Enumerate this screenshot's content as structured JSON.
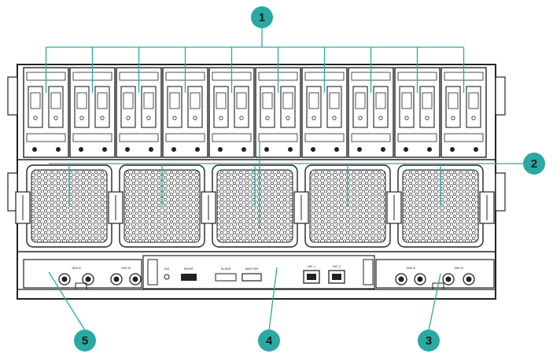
{
  "figure": {
    "background": "#ffffff",
    "line_color": "#222222",
    "callout_color": "#2aa9a3",
    "callout_text_color": "#1a1a1a"
  },
  "callouts": [
    {
      "label": "1",
      "target": "drive-bays"
    },
    {
      "label": "2",
      "target": "fan-modules"
    },
    {
      "label": "3",
      "target": "right-io-module"
    },
    {
      "label": "4",
      "target": "center-management-module"
    },
    {
      "label": "5",
      "target": "left-io-module"
    }
  ],
  "chassis": {
    "drive_bay_count": 10,
    "fan_module_count": 5
  },
  "port_labels": {
    "left_module": [
      "SAS A",
      "SAS B"
    ],
    "right_module": [
      "SAS A",
      "SAS B"
    ],
    "management": [
      "UID",
      "MGMT",
      "SLAVE",
      "MASTER"
    ],
    "network": [
      "NIC 1",
      "NIC 2"
    ]
  }
}
